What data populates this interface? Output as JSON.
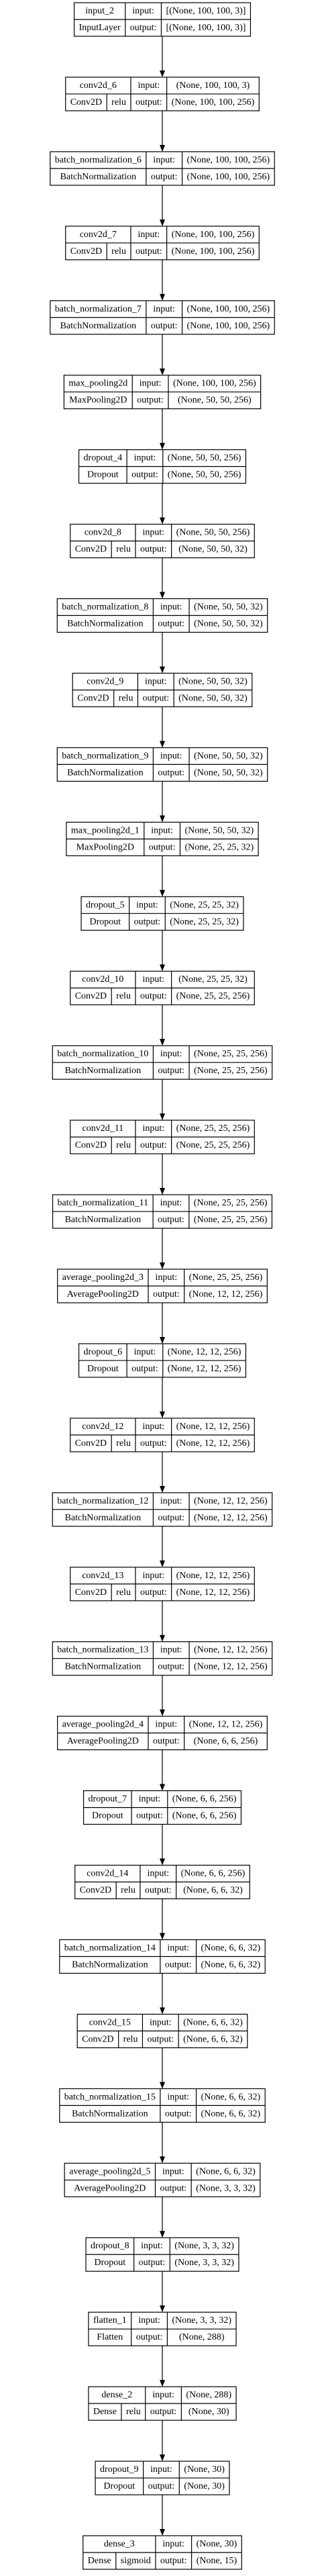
{
  "nodes": [
    {
      "name": "input_2",
      "type": "InputLayer",
      "input": "[(None, 100, 100, 3)]",
      "output": "[(None, 100, 100, 3)]"
    },
    {
      "name": "conv2d_6",
      "type": "Conv2D",
      "activation": "relu",
      "input": "(None, 100, 100, 3)",
      "output": "(None, 100, 100, 256)"
    },
    {
      "name": "batch_normalization_6",
      "type": "BatchNormalization",
      "input": "(None, 100, 100, 256)",
      "output": "(None, 100, 100, 256)"
    },
    {
      "name": "conv2d_7",
      "type": "Conv2D",
      "activation": "relu",
      "input": "(None, 100, 100, 256)",
      "output": "(None, 100, 100, 256)"
    },
    {
      "name": "batch_normalization_7",
      "type": "BatchNormalization",
      "input": "(None, 100, 100, 256)",
      "output": "(None, 100, 100, 256)"
    },
    {
      "name": "max_pooling2d",
      "type": "MaxPooling2D",
      "input": "(None, 100, 100, 256)",
      "output": "(None, 50, 50, 256)"
    },
    {
      "name": "dropout_4",
      "type": "Dropout",
      "input": "(None, 50, 50, 256)",
      "output": "(None, 50, 50, 256)"
    },
    {
      "name": "conv2d_8",
      "type": "Conv2D",
      "activation": "relu",
      "input": "(None, 50, 50, 256)",
      "output": "(None, 50, 50, 32)"
    },
    {
      "name": "batch_normalization_8",
      "type": "BatchNormalization",
      "input": "(None, 50, 50, 32)",
      "output": "(None, 50, 50, 32)"
    },
    {
      "name": "conv2d_9",
      "type": "Conv2D",
      "activation": "relu",
      "input": "(None, 50, 50, 32)",
      "output": "(None, 50, 50, 32)"
    },
    {
      "name": "batch_normalization_9",
      "type": "BatchNormalization",
      "input": "(None, 50, 50, 32)",
      "output": "(None, 50, 50, 32)"
    },
    {
      "name": "max_pooling2d_1",
      "type": "MaxPooling2D",
      "input": "(None, 50, 50, 32)",
      "output": "(None, 25, 25, 32)"
    },
    {
      "name": "dropout_5",
      "type": "Dropout",
      "input": "(None, 25, 25, 32)",
      "output": "(None, 25, 25, 32)"
    },
    {
      "name": "conv2d_10",
      "type": "Conv2D",
      "activation": "relu",
      "input": "(None, 25, 25, 32)",
      "output": "(None, 25, 25, 256)"
    },
    {
      "name": "batch_normalization_10",
      "type": "BatchNormalization",
      "input": "(None, 25, 25, 256)",
      "output": "(None, 25, 25, 256)"
    },
    {
      "name": "conv2d_11",
      "type": "Conv2D",
      "activation": "relu",
      "input": "(None, 25, 25, 256)",
      "output": "(None, 25, 25, 256)"
    },
    {
      "name": "batch_normalization_11",
      "type": "BatchNormalization",
      "input": "(None, 25, 25, 256)",
      "output": "(None, 25, 25, 256)"
    },
    {
      "name": "average_pooling2d_3",
      "type": "AveragePooling2D",
      "input": "(None, 25, 25, 256)",
      "output": "(None, 12, 12, 256)"
    },
    {
      "name": "dropout_6",
      "type": "Dropout",
      "input": "(None, 12, 12, 256)",
      "output": "(None, 12, 12, 256)"
    },
    {
      "name": "conv2d_12",
      "type": "Conv2D",
      "activation": "relu",
      "input": "(None, 12, 12, 256)",
      "output": "(None, 12, 12, 256)"
    },
    {
      "name": "batch_normalization_12",
      "type": "BatchNormalization",
      "input": "(None, 12, 12, 256)",
      "output": "(None, 12, 12, 256)"
    },
    {
      "name": "conv2d_13",
      "type": "Conv2D",
      "activation": "relu",
      "input": "(None, 12, 12, 256)",
      "output": "(None, 12, 12, 256)"
    },
    {
      "name": "batch_normalization_13",
      "type": "BatchNormalization",
      "input": "(None, 12, 12, 256)",
      "output": "(None, 12, 12, 256)"
    },
    {
      "name": "average_pooling2d_4",
      "type": "AveragePooling2D",
      "input": "(None, 12, 12, 256)",
      "output": "(None, 6, 6, 256)"
    },
    {
      "name": "dropout_7",
      "type": "Dropout",
      "input": "(None, 6, 6, 256)",
      "output": "(None, 6, 6, 256)"
    },
    {
      "name": "conv2d_14",
      "type": "Conv2D",
      "activation": "relu",
      "input": "(None, 6, 6, 256)",
      "output": "(None, 6, 6, 32)"
    },
    {
      "name": "batch_normalization_14",
      "type": "BatchNormalization",
      "input": "(None, 6, 6, 32)",
      "output": "(None, 6, 6, 32)"
    },
    {
      "name": "conv2d_15",
      "type": "Conv2D",
      "activation": "relu",
      "input": "(None, 6, 6, 32)",
      "output": "(None, 6, 6, 32)"
    },
    {
      "name": "batch_normalization_15",
      "type": "BatchNormalization",
      "input": "(None, 6, 6, 32)",
      "output": "(None, 6, 6, 32)"
    },
    {
      "name": "average_pooling2d_5",
      "type": "AveragePooling2D",
      "input": "(None, 6, 6, 32)",
      "output": "(None, 3, 3, 32)"
    },
    {
      "name": "dropout_8",
      "type": "Dropout",
      "input": "(None, 3, 3, 32)",
      "output": "(None, 3, 3, 32)"
    },
    {
      "name": "flatten_1",
      "type": "Flatten",
      "input": "(None, 3, 3, 32)",
      "output": "(None, 288)"
    },
    {
      "name": "dense_2",
      "type": "Dense",
      "activation": "relu",
      "input": "(None, 288)",
      "output": "(None, 30)"
    },
    {
      "name": "dropout_9",
      "type": "Dropout",
      "input": "(None, 30)",
      "output": "(None, 30)"
    },
    {
      "name": "dense_3",
      "type": "Dense",
      "activation": "sigmoid",
      "input": "(None, 30)",
      "output": "(None, 15)"
    }
  ],
  "labels": {
    "input": "input:",
    "output": "output:"
  }
}
